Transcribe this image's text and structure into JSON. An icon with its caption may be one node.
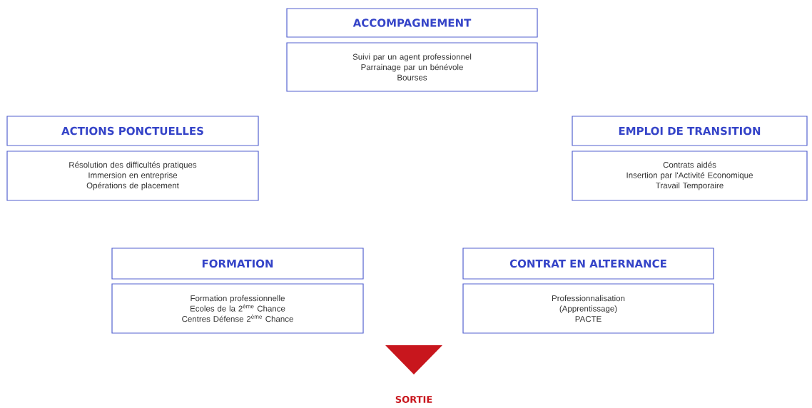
{
  "diagram": {
    "nodes": [
      {
        "text": [
          "ACCOMPAGNEMENT"
        ]
      },
      {
        "text": [
          "Suivi par un agent professionnel",
          "Parrainage par un bénévole",
          "Bourses"
        ]
      },
      {
        "text": [
          "ACTIONS PONCTUELLES"
        ]
      },
      {
        "text": [
          "Résolution des difficultés pratiques",
          "Immersion en entreprise",
          "Opérations de placement"
        ]
      },
      {
        "text": [
          "EMPLOI DE TRANSITION"
        ]
      },
      {
        "text": [
          "Contrats aidés",
          "Insertion par l'Activité Economique",
          "Travail Temporaire"
        ]
      },
      {
        "text": [
          "FORMATION"
        ]
      },
      {
        "text": [
          "Formation professionnelle",
          "Ecoles de la 2$^{ème}$ Chance",
          "Centres Défense 2$^{ème}$ Chance"
        ]
      },
      {
        "text": [
          "CONTRAT EN ALTERNANCE"
        ]
      },
      {
        "text": [
          "Professionnalisation",
          "(Apprentissage)",
          "PACTE"
        ]
      }
    ],
    "edges": [],
    "labels": [
      "SORTIE"
    ]
  }
}
